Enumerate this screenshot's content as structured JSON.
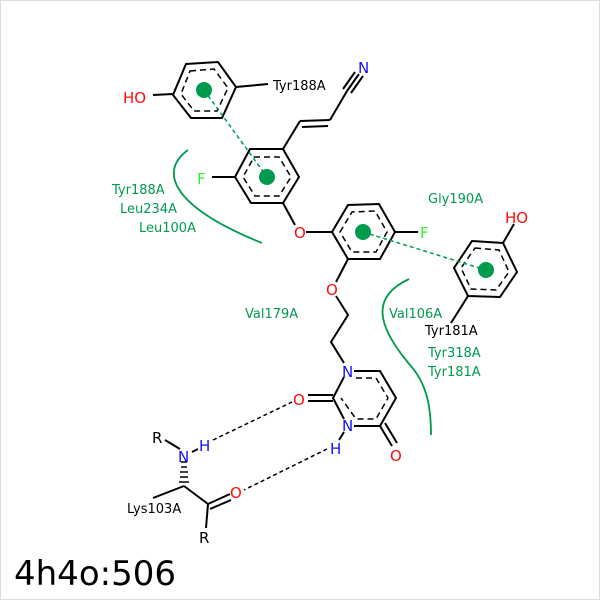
{
  "title": "4h4o:506",
  "colors": {
    "hydrophobic": "#009a4e",
    "oxygen": "#ff0d0d",
    "nitrogen": "#1010ff",
    "fluorine": "#33ff33",
    "carbon": "#000000"
  },
  "atoms": {
    "O": "O",
    "N": "N",
    "F": "F",
    "H": "H",
    "HO": "HO",
    "R": "R"
  },
  "residues": {
    "tyr188_stack": "Tyr188A",
    "tyr181_stack": "Tyr181A",
    "lys103": "Lys103A"
  },
  "hydrophobic_labels": {
    "left": [
      "Tyr188A",
      "Leu234A",
      "Leu100A"
    ],
    "gly190": "Gly190A",
    "val179": "Val179A",
    "val106": "Val106A",
    "right": [
      "Tyr318A",
      "Tyr181A"
    ]
  }
}
